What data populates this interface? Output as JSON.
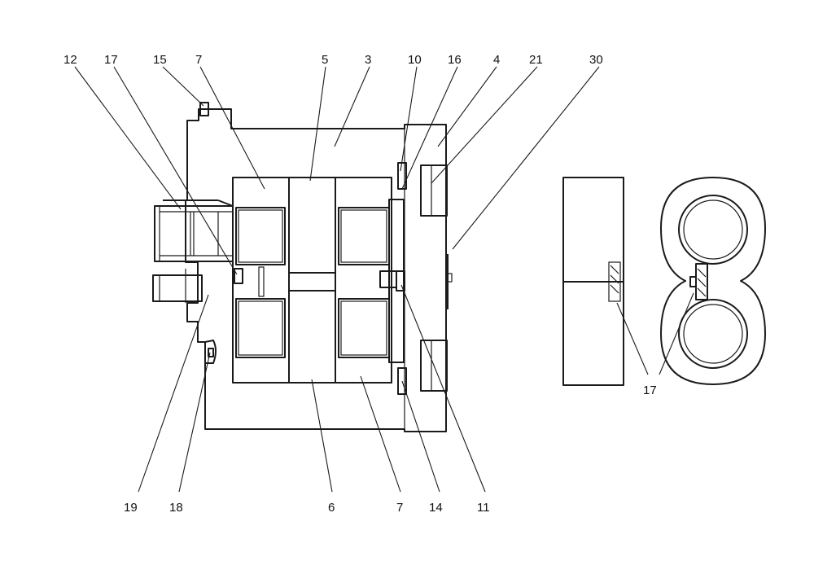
{
  "labels": {
    "l12": "12",
    "l17a": "17",
    "l15": "15",
    "l7a": "7",
    "l5": "5",
    "l3": "3",
    "l10": "10",
    "l16": "16",
    "l4": "4",
    "l21": "21",
    "l30": "30",
    "l19": "19",
    "l18": "18",
    "l6": "6",
    "l7b": "7",
    "l14": "14",
    "l11": "11",
    "l17b": "17"
  }
}
